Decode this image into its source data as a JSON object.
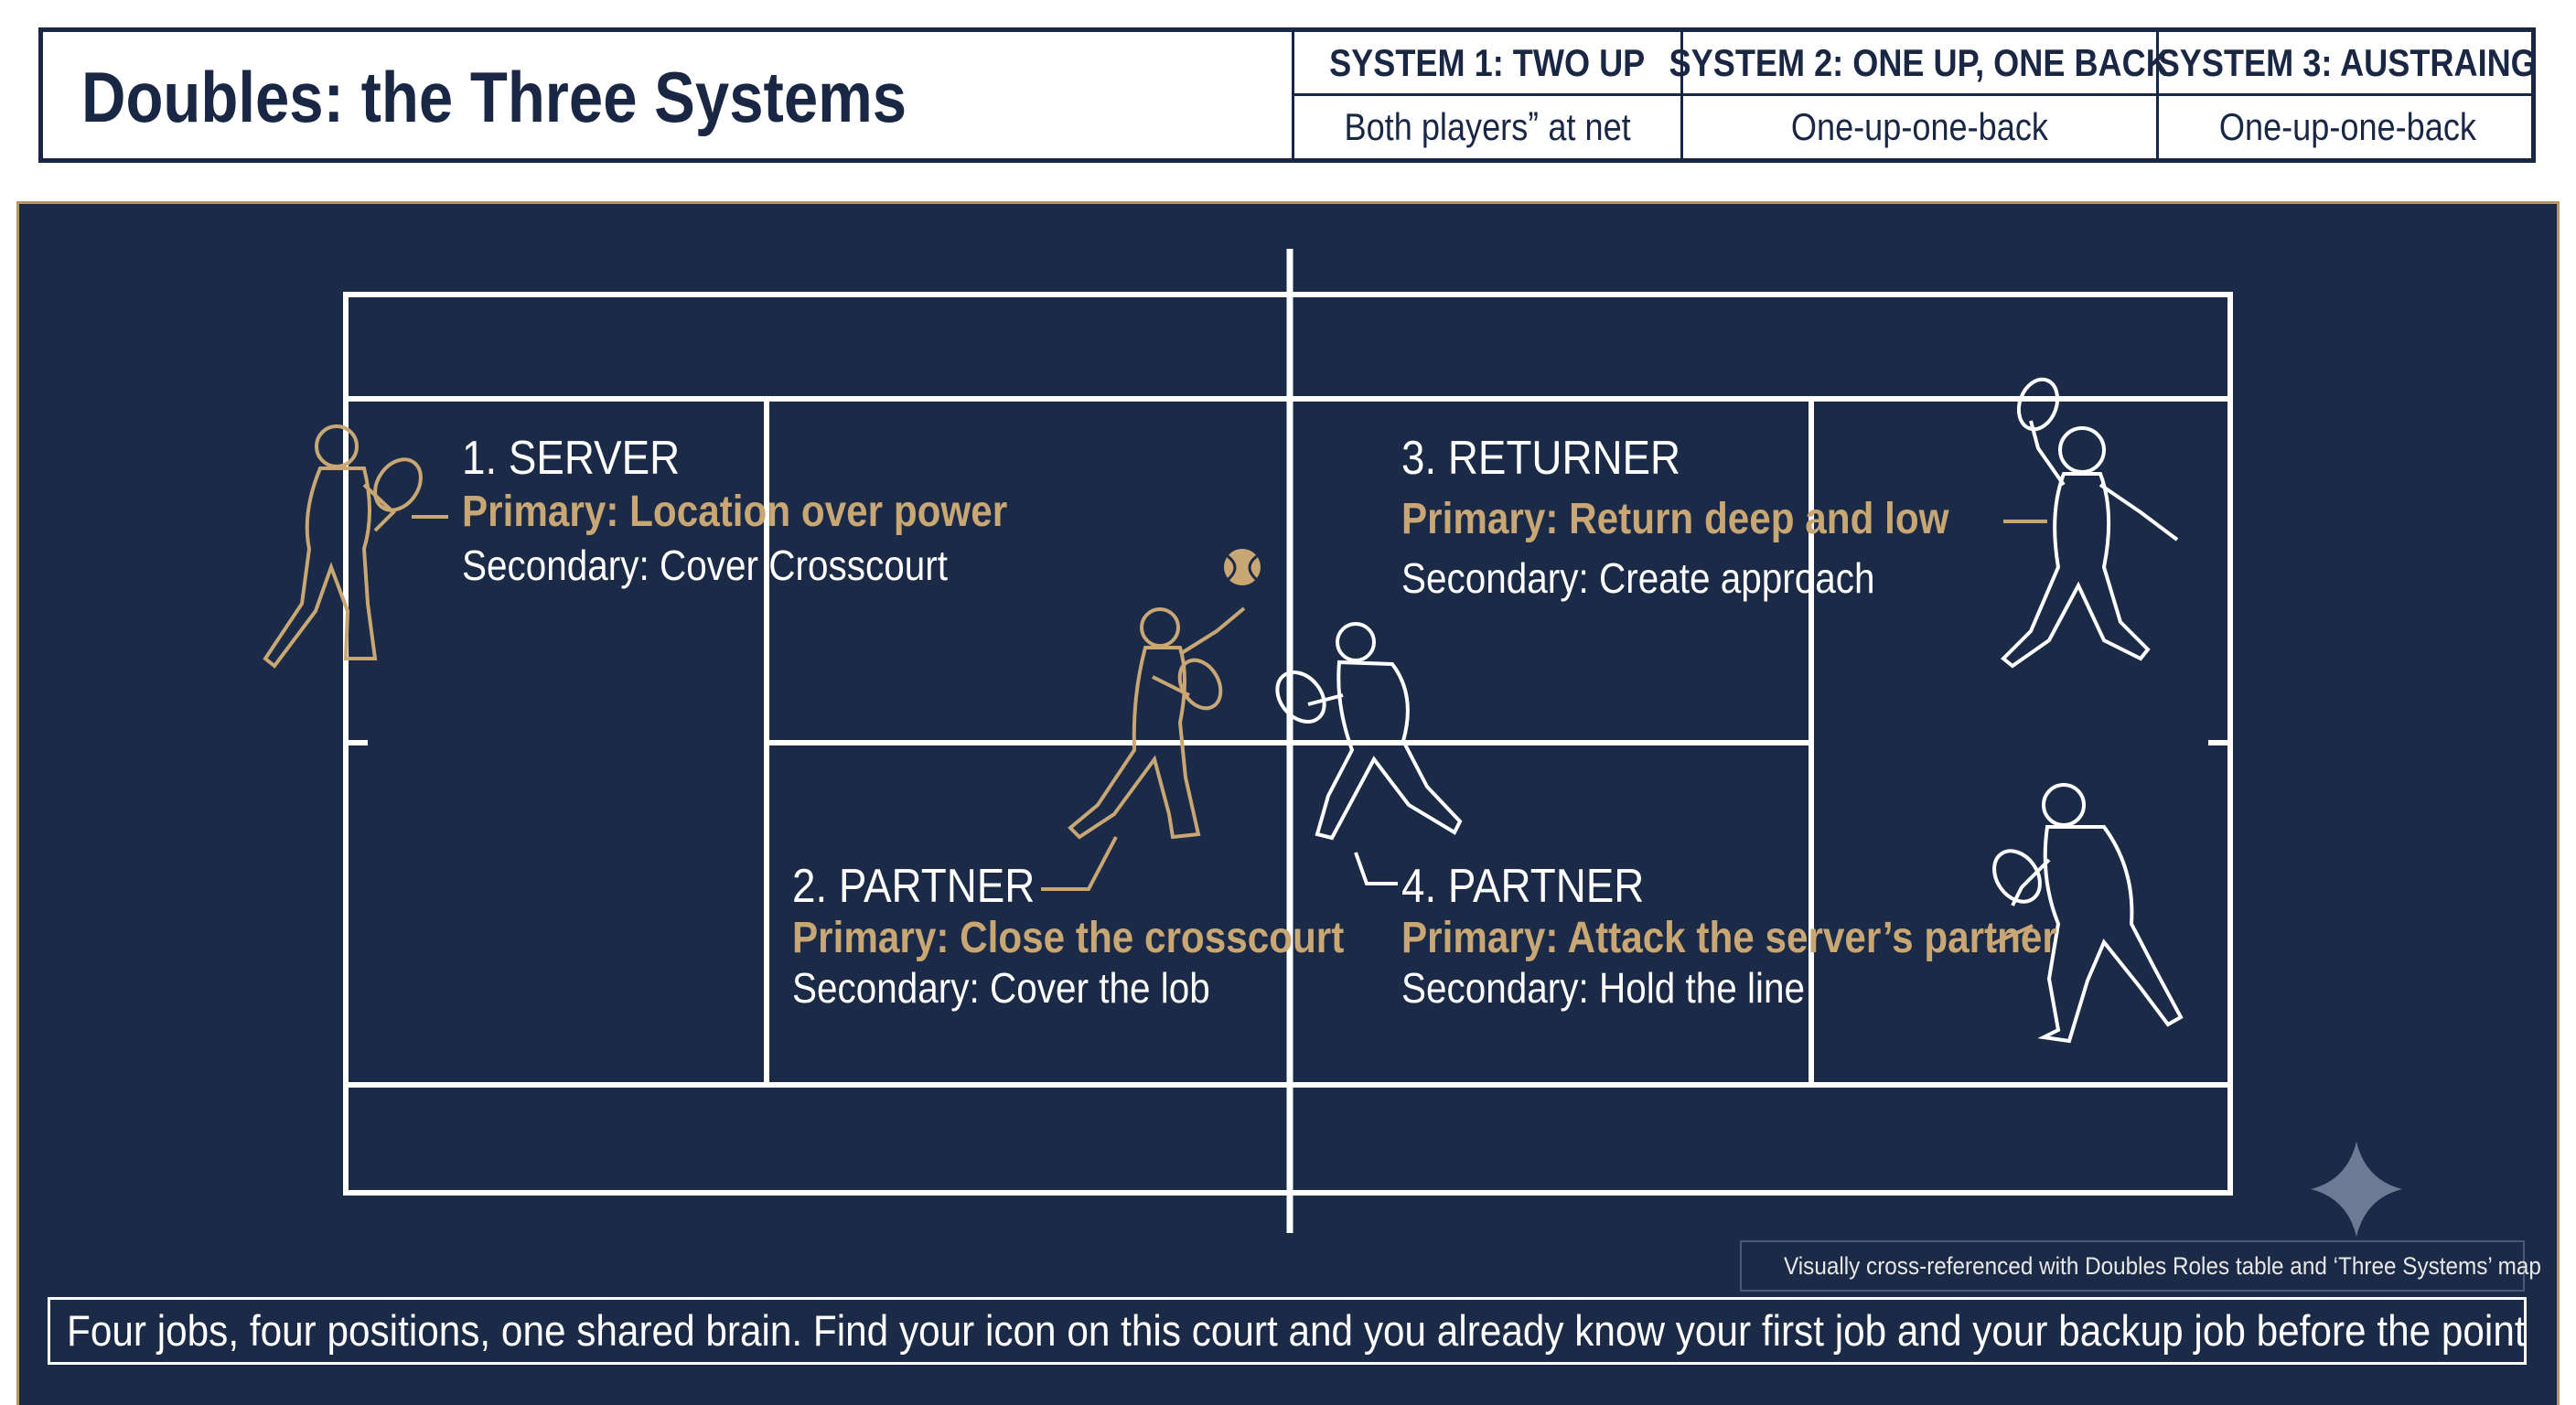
{
  "header": {
    "title": "Doubles: the Three Systems",
    "systems": [
      {
        "name": "SYSTEM 1: TWO UP",
        "description": "Both playersˮ at net"
      },
      {
        "name": "SYSTEM 2: ONE UP, ONE BACK",
        "description": "One-up-one-back"
      },
      {
        "name": "SYSTEM 3: AUSTRAING",
        "description": "One-up-one-back"
      }
    ]
  },
  "positions": [
    {
      "title": "1. SERVER",
      "primary": "Primary: Location over power",
      "secondary": "Secondary: Cover Crosscourt"
    },
    {
      "title": "2. PARTNER",
      "primary": "Primary: Close the crosscourt",
      "secondary": "Secondary: Cover the lob"
    },
    {
      "title": "3. RETURNER",
      "primary": "Primary: Return deep and low",
      "secondary": "Secondary: Create approach"
    },
    {
      "title": "4. PARTNER",
      "primary": "Primary: Attack the server’s partner",
      "secondary": "Secondary: Hold the line"
    }
  ],
  "footnote": "Visually cross-referenced with Doubles Roles table and ‘Three Systems’ map",
  "caption": "Four jobs, four positions, one shared brain. Find your icon on this court and you already know your first job and your backup job before the point begins.",
  "colors": {
    "navy": "#1b2a47",
    "gold": "#c9a774",
    "white": "#ffffff"
  },
  "icons": [
    "tennis-player-icon",
    "tennis-racket-icon",
    "tennis-ball-icon",
    "sparkle-icon"
  ]
}
